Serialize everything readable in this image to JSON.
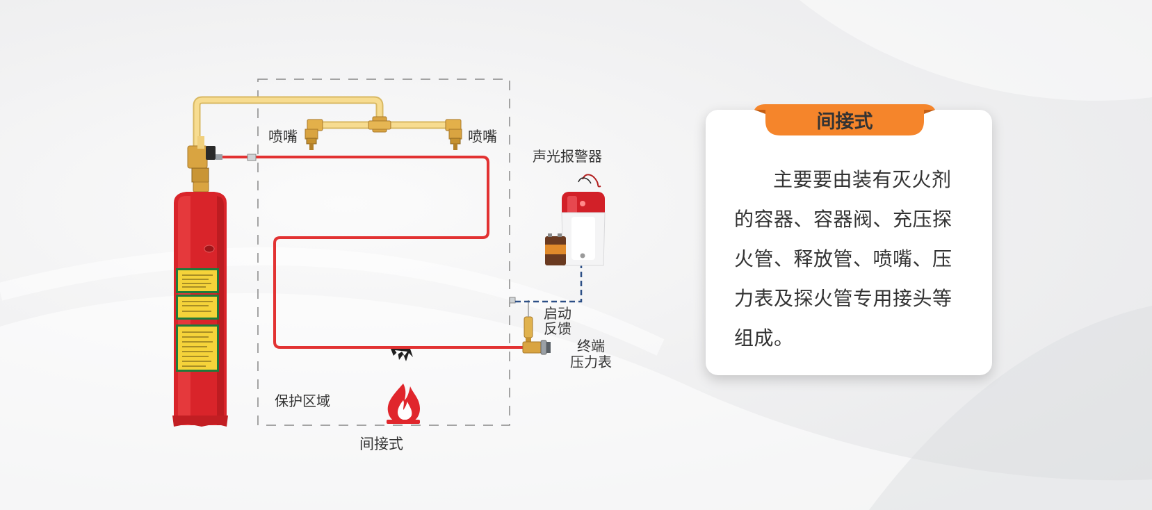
{
  "diagram": {
    "nozzle_left_label": "喷嘴",
    "nozzle_right_label": "喷嘴",
    "alarm_label": "声光报警器",
    "feedback_label_line1": "启动",
    "feedback_label_line2": "反馈",
    "gauge_label_line1": "终端",
    "gauge_label_line2": "压力表",
    "zone_label": "保护区域",
    "caption": "间接式"
  },
  "card": {
    "tab_title": "间接式",
    "body_text": "主要要由装有灭火剂的容器、容器阀、充压探火管、释放管、喷嘴、压力表及探火管专用接头等组成。"
  },
  "colors": {
    "cylinder_red": "#d9242a",
    "tube_red": "#e23232",
    "pipe_yellow": "#f6d98a",
    "brass": "#d9a441",
    "tab_orange": "#f5852b",
    "dashed_line": "#888888",
    "signal_blue": "#2c4f86"
  }
}
